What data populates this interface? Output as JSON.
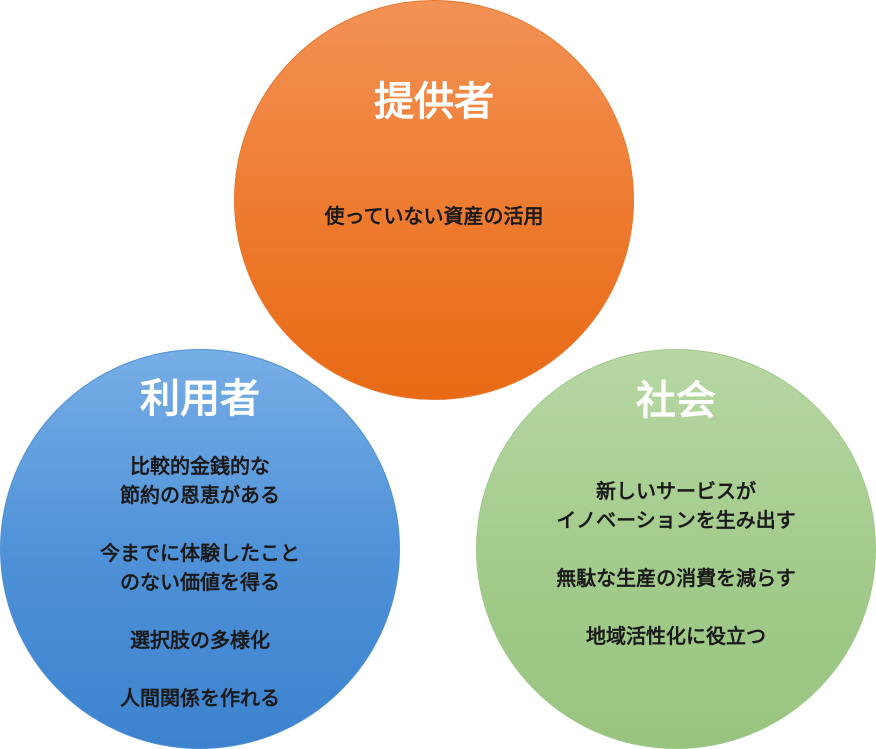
{
  "provider": {
    "title": "提供者",
    "items": [
      {
        "lines": [
          "使っていない資産の活用"
        ]
      }
    ]
  },
  "user": {
    "title": "利用者",
    "items": [
      {
        "lines": [
          "比較的金銭的な",
          "節約の恩恵がある"
        ]
      },
      {
        "lines": [
          "今までに体験したこと",
          "のない価値を得る"
        ]
      },
      {
        "lines": [
          "選択肢の多様化"
        ]
      },
      {
        "lines": [
          "人間関係を作れる"
        ]
      }
    ]
  },
  "society": {
    "title": "社会",
    "items": [
      {
        "lines": [
          "新しいサービスが",
          "イノベーションを生み出す"
        ]
      },
      {
        "lines": [
          "無駄な生産の消費を減らす"
        ]
      },
      {
        "lines": [
          "地域活性化に役立つ"
        ]
      }
    ]
  }
}
